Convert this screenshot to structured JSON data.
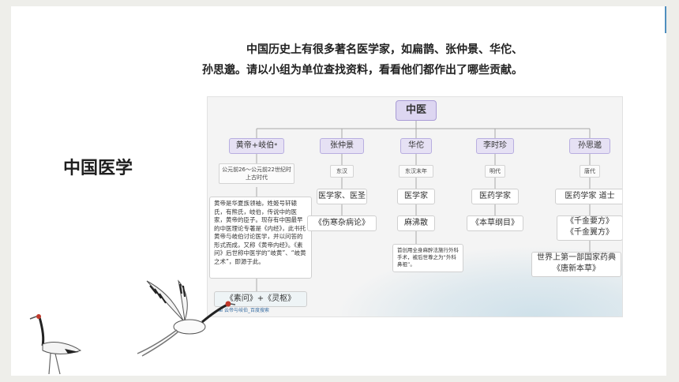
{
  "intro": {
    "line1": "中国历史上有很多著名医学家，如扁鹊、张仲景、华佗、",
    "line2": "孙思邈。请以小组为单位查找资料，看看他们都作出了哪些贡献。"
  },
  "side_title": "中国医学",
  "mindmap": {
    "root": "中医",
    "branches": [
      {
        "name": "黄帝+岐伯",
        "marker": "*",
        "era": "公元前26～公元前22世纪时上古时代",
        "roles": "",
        "work": "《素问》+《灵枢》",
        "footnote": "云帝与岐伯_百度搜索",
        "note": "黄帝是华夏族领袖，姓姬号轩辕氏，有熊氏，岐伯，传说中的医家，黄帝的臣子。现存有中国最早的中医理论专著是《内经》，此书托黄帝与岐伯讨论医学，并以问答的形式而成，又称《黄帝内经》。《素问》后世称中医学的“岐黄”、“岐黄之术”，即源于此。"
      },
      {
        "name": "张仲景",
        "era": "东汉",
        "roles": "医学家、医圣",
        "work": "《伤寒杂病论》"
      },
      {
        "name": "华佗",
        "era": "东汉末年",
        "roles": "医学家",
        "work": "麻沸散",
        "note": "首创用全身麻醉法施行外科手术，被后世尊之为“外科鼻祖”。"
      },
      {
        "name": "李时珍",
        "era": "明代",
        "roles": "医药学家",
        "work": "《本草纲目》"
      },
      {
        "name": "孙思邈",
        "era": "唐代",
        "roles": "医药学家 道士",
        "work": "《千金要方》\n《千金翼方》",
        "work2": "世界上第一部国家药典\n《唐新本草》"
      }
    ]
  },
  "colors": {
    "accent": "#4f8fbf",
    "root_fill": "#ddd6f1",
    "branch_fill": "#e6e1f4"
  },
  "decorations": [
    "crane-flying",
    "crane-standing"
  ]
}
